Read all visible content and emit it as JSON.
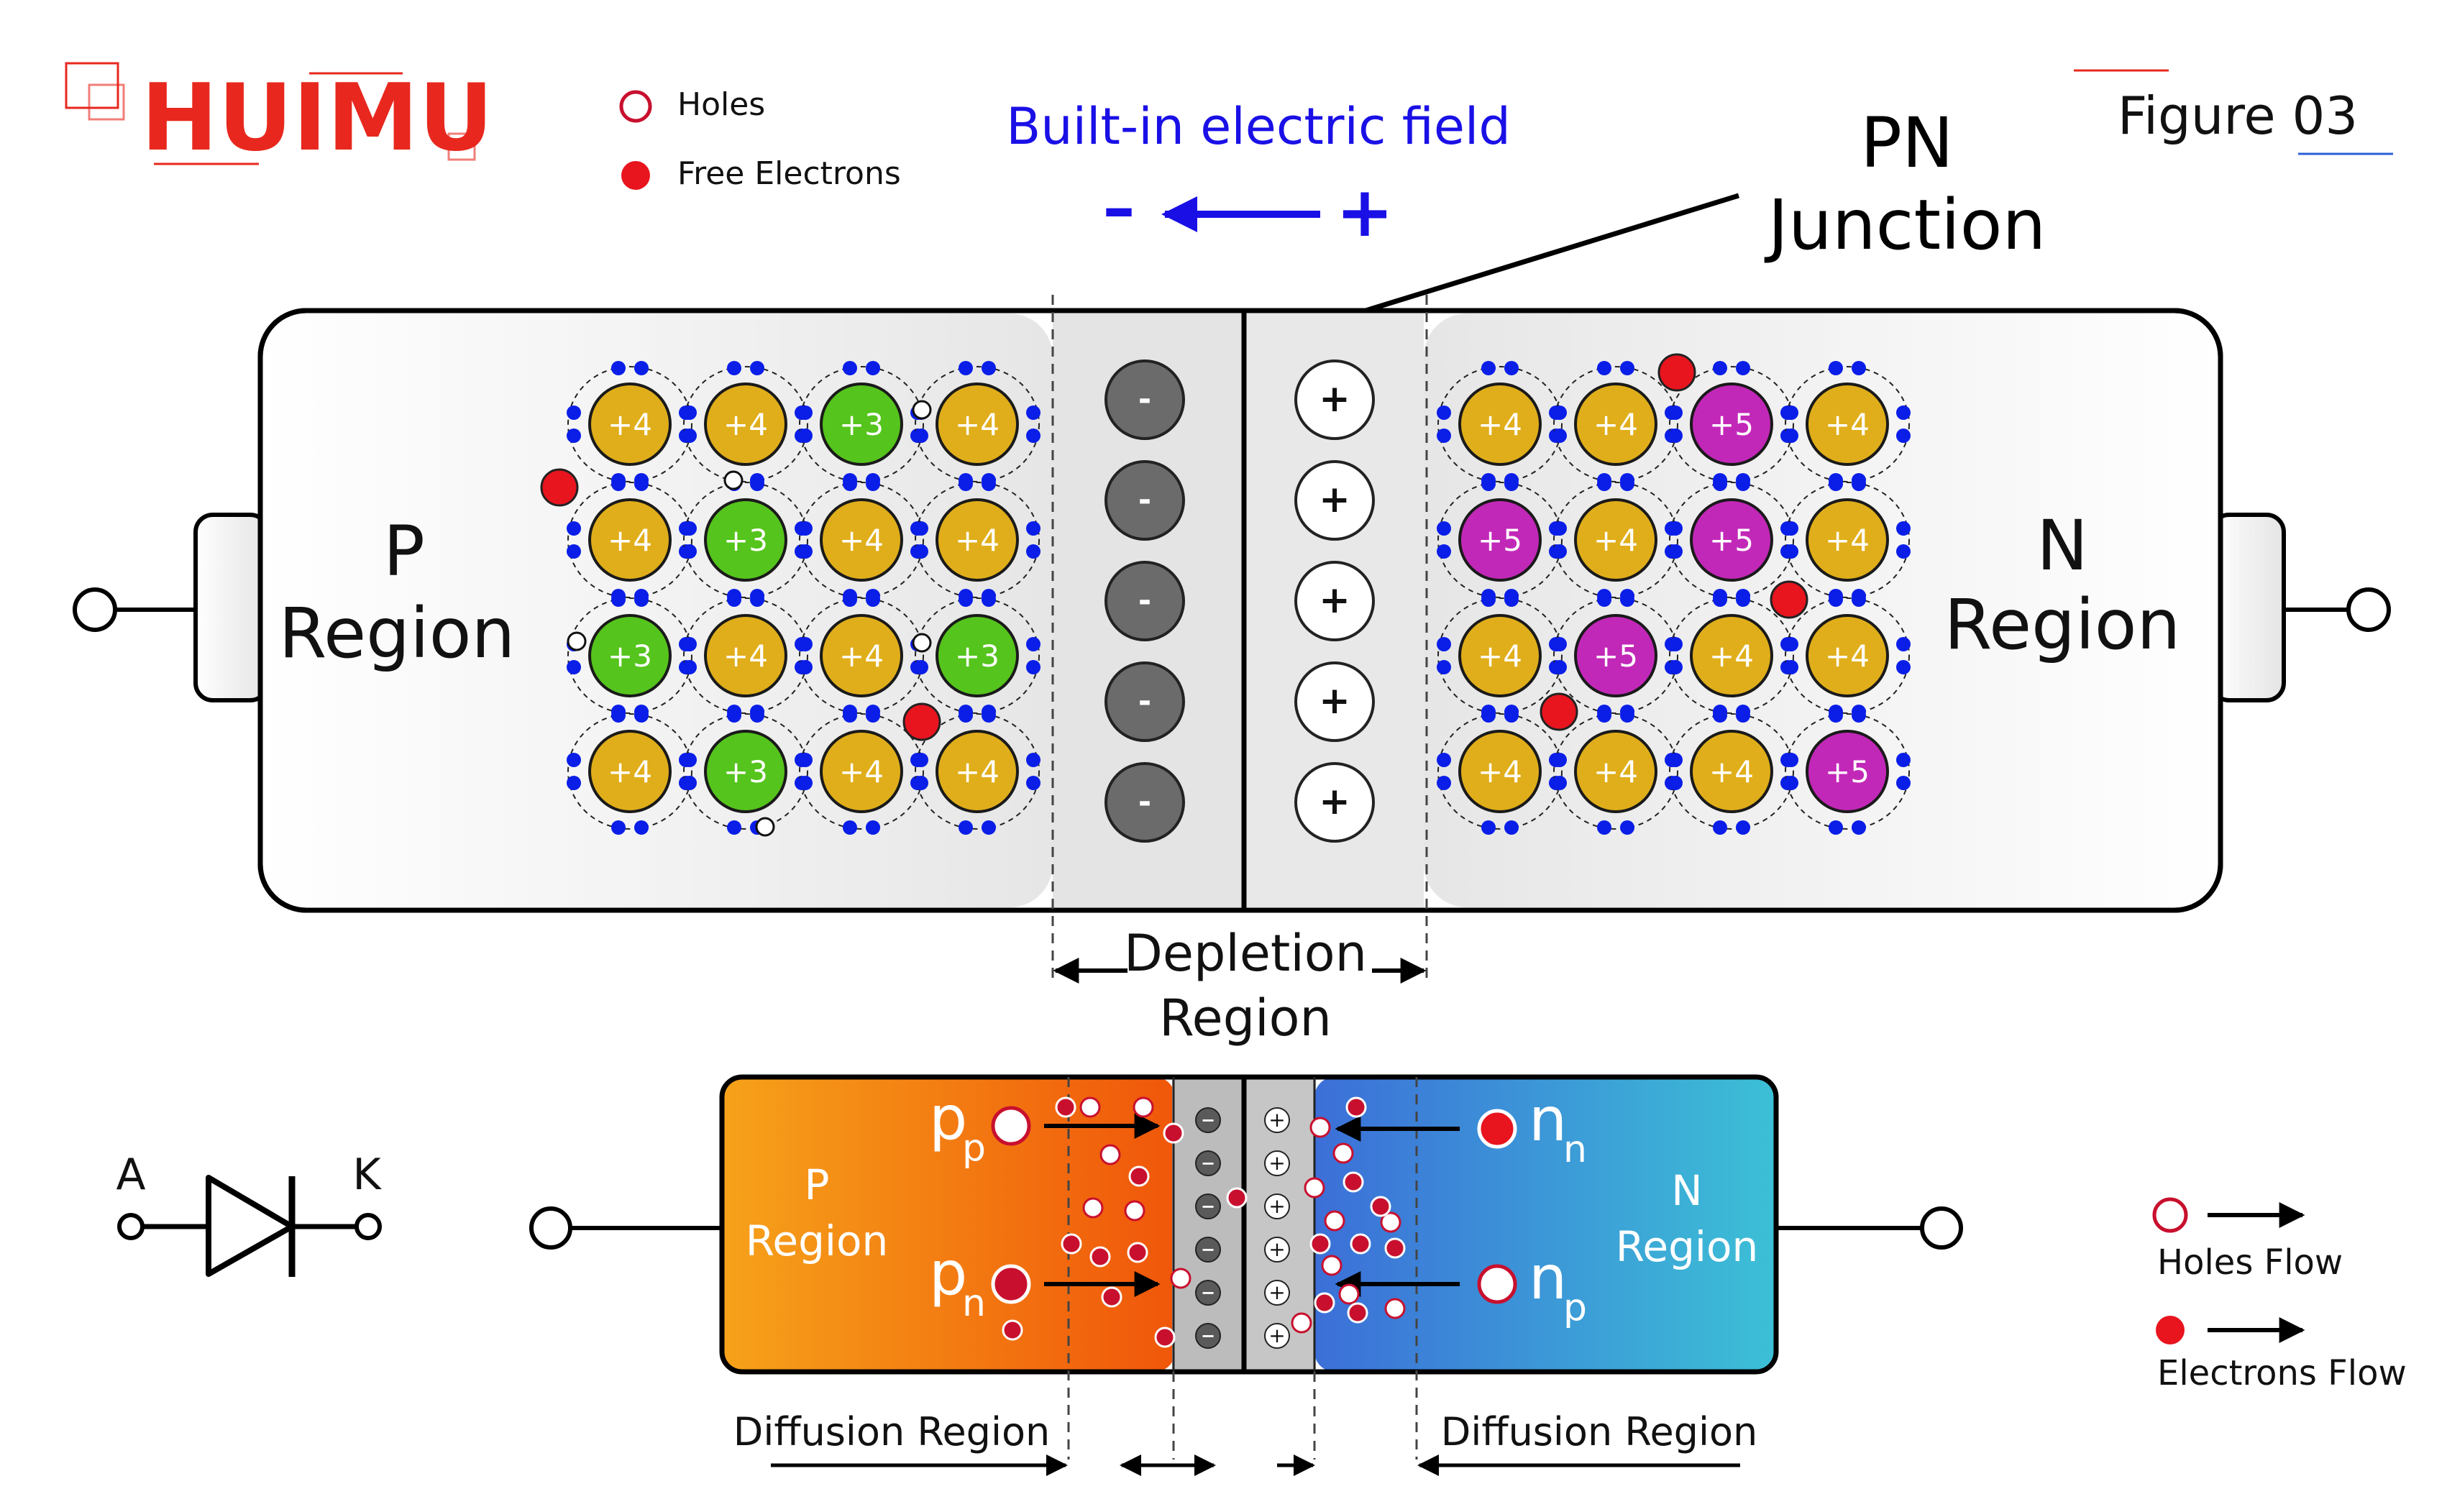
{
  "brand": {
    "logo_text": "HUIMU",
    "color": "#e8281e"
  },
  "figure_label": "Figure 03",
  "legend_top": {
    "holes": "Holes",
    "free_electrons": "Free Electrons"
  },
  "field": {
    "title": "Built-in electric field",
    "minus": "–",
    "plus": "+",
    "color": "#1a10e6"
  },
  "pn_junction": {
    "line1": "PN",
    "line2": "Junction"
  },
  "p_region": {
    "line1": "P",
    "line2": "Region"
  },
  "n_region": {
    "line1": "N",
    "line2": "Region"
  },
  "depletion": {
    "line1": "Depletion",
    "line2": "Region",
    "negative_ion": "-",
    "positive_ion": "+"
  },
  "p_lattice": [
    [
      "+4",
      "+4",
      "+3",
      "+4"
    ],
    [
      "+4",
      "+3",
      "+4",
      "+4"
    ],
    [
      "+3",
      "+4",
      "+4",
      "+3"
    ],
    [
      "+4",
      "+3",
      "+4",
      "+4"
    ]
  ],
  "n_lattice": [
    [
      "+4",
      "+4",
      "+5",
      "+4"
    ],
    [
      "+5",
      "+4",
      "+5",
      "+4"
    ],
    [
      "+4",
      "+5",
      "+4",
      "+4"
    ],
    [
      "+4",
      "+4",
      "+4",
      "+5"
    ]
  ],
  "atom_colors": {
    "+4": "#e0ae1a",
    "+3": "#55c41c",
    "+5": "#c228b8"
  },
  "diode_symbol": {
    "anode": "A",
    "cathode": "K"
  },
  "lower_diagram": {
    "p_region": {
      "line1": "P",
      "line2": "Region"
    },
    "n_region": {
      "line1": "N",
      "line2": "Region"
    },
    "pp": {
      "main": "p",
      "sub": "p"
    },
    "pn": {
      "main": "p",
      "sub": "n"
    },
    "nn": {
      "main": "n",
      "sub": "n"
    },
    "np": {
      "main": "n",
      "sub": "p"
    },
    "minus_ion": "−",
    "plus_ion": "+",
    "diffusion_left": "Diffusion Region",
    "diffusion_right": "Diffusion Region"
  },
  "legend_bottom": {
    "holes_flow": "Holes Flow",
    "electrons_flow": "Electrons Flow"
  },
  "colors": {
    "electron": "#e8141e",
    "hole_stroke": "#c8102e",
    "bond_dot": "#0a1ee8",
    "p_gradient_start": "#f6a21a",
    "p_gradient_end": "#f0560a",
    "n_gradient_start": "#3c78d8",
    "n_gradient_end": "#3cc0d6"
  }
}
